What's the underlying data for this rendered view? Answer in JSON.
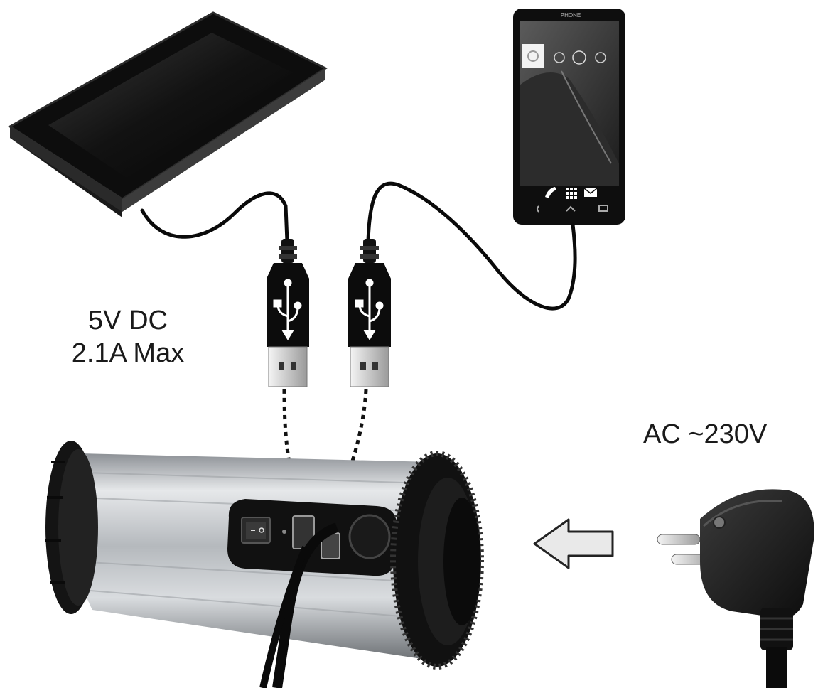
{
  "labels": {
    "dc_voltage": "5V DC",
    "dc_current": "2.1A Max",
    "ac_voltage": "AC ~230V"
  },
  "phone": {
    "brand_text": "PHONE"
  },
  "icons": [
    "tablet-icon",
    "smartphone-icon",
    "usb-plug-icon",
    "usb-trident-icon",
    "inverter-icon",
    "power-switch-icon",
    "schuko-plug-icon",
    "arrow-left-icon",
    "phone-call-icon",
    "apps-grid-icon",
    "mail-icon"
  ],
  "colors": {
    "device_black": "#111111",
    "aluminium": "#bfc3c7",
    "arrow_fill": "#e9e9e9",
    "text": "#1a1a1a"
  }
}
